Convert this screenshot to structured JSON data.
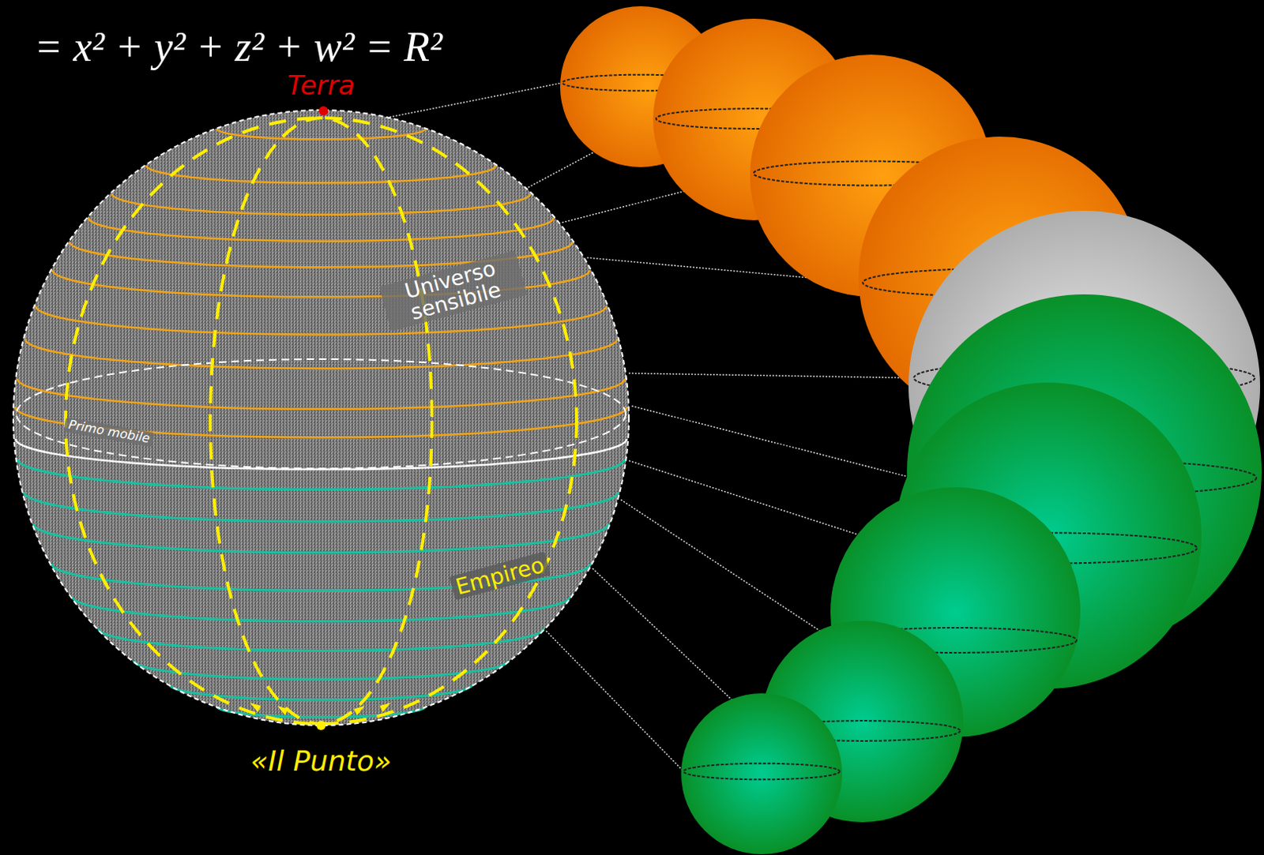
{
  "diagram": {
    "labels": [
      "= x² + y² + z² + w² = R²",
      "Terra",
      "Universo sensibile",
      "Primo mobile",
      "Empireo",
      "«Il Punto»"
    ]
  }
}
